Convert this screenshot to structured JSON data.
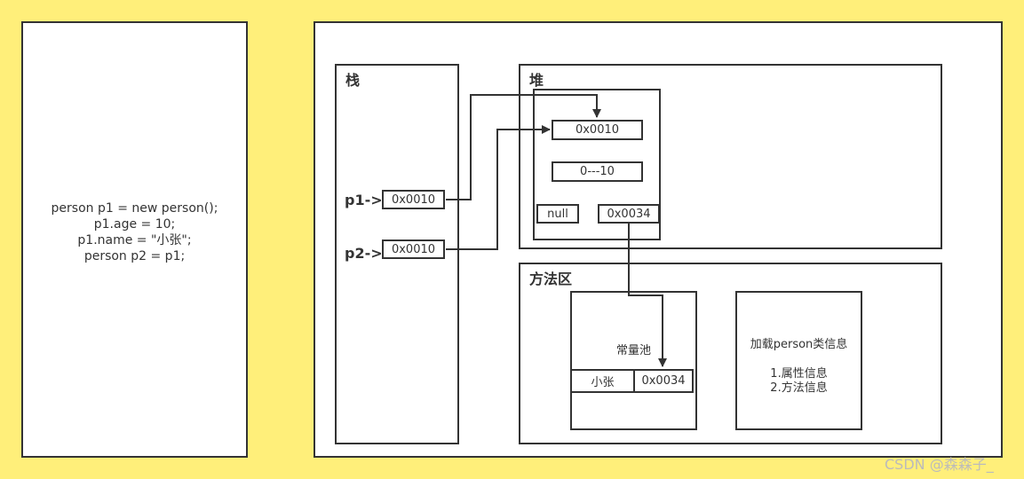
{
  "code": {
    "lines": [
      "person p1 = new person();",
      "p1.age = 10;",
      "p1.name = \"小张\";",
      "person p2 = p1;"
    ]
  },
  "stack": {
    "title": "栈",
    "p1_label": "p1->",
    "p1_value": "0x0010",
    "p2_label": "p2->",
    "p2_value": "0x0010"
  },
  "heap": {
    "title": "堆",
    "address": "0x0010",
    "age": "0---10",
    "null_value": "null",
    "name_ref": "0x0034"
  },
  "method_area": {
    "title": "方法区",
    "constant_pool": {
      "title": "常量池",
      "string_value": "小张",
      "string_address": "0x0034"
    },
    "class_info": {
      "title": "加载person类信息",
      "item1": "1.属性信息",
      "item2": "2.方法信息"
    }
  },
  "watermark": "CSDN @森森子_"
}
